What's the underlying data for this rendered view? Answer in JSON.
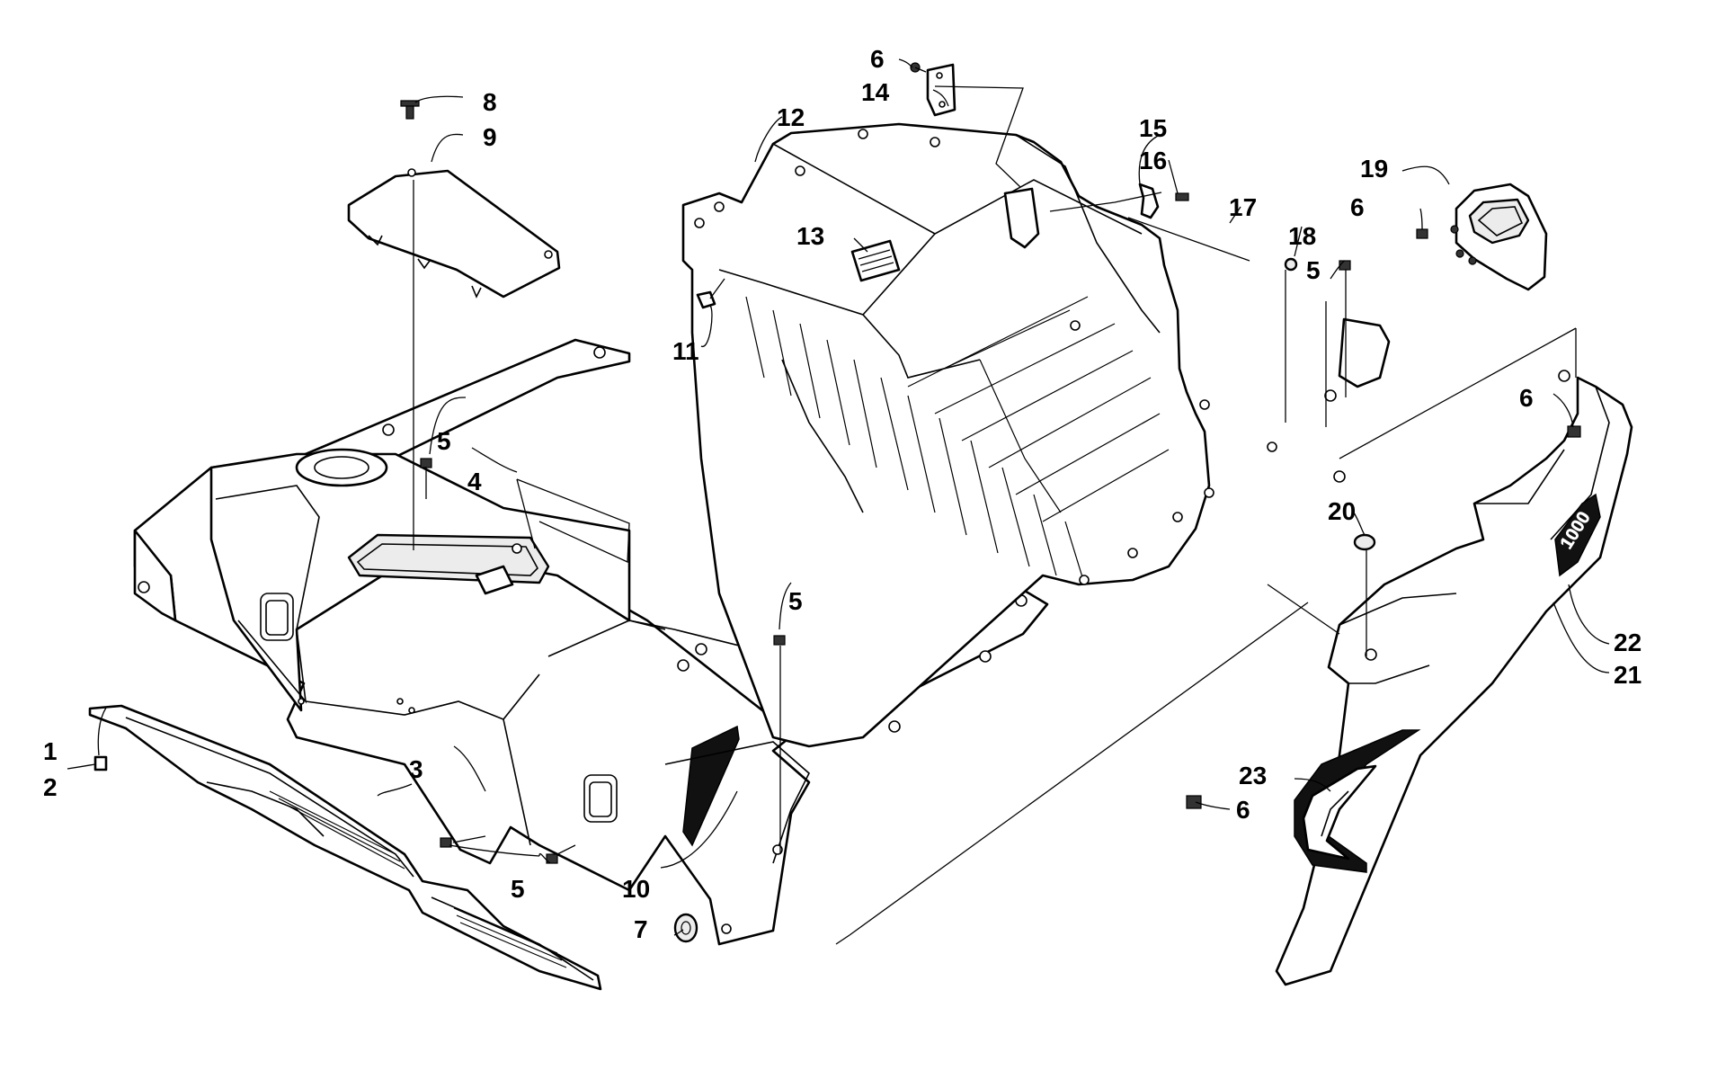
{
  "callouts": [
    {
      "id": "c1",
      "text": "1"
    },
    {
      "id": "c2",
      "text": "2"
    },
    {
      "id": "c3",
      "text": "3"
    },
    {
      "id": "c4",
      "text": "4"
    },
    {
      "id": "c5a",
      "text": "5"
    },
    {
      "id": "c5b",
      "text": "5"
    },
    {
      "id": "c5c",
      "text": "5"
    },
    {
      "id": "c5d",
      "text": "5"
    },
    {
      "id": "c6a",
      "text": "6"
    },
    {
      "id": "c6b",
      "text": "6"
    },
    {
      "id": "c6c",
      "text": "6"
    },
    {
      "id": "c6d",
      "text": "6"
    },
    {
      "id": "c7",
      "text": "7"
    },
    {
      "id": "c8",
      "text": "8"
    },
    {
      "id": "c9",
      "text": "9"
    },
    {
      "id": "c10",
      "text": "10"
    },
    {
      "id": "c11",
      "text": "11"
    },
    {
      "id": "c12",
      "text": "12"
    },
    {
      "id": "c13",
      "text": "13"
    },
    {
      "id": "c14",
      "text": "14"
    },
    {
      "id": "c15",
      "text": "15"
    },
    {
      "id": "c16",
      "text": "16"
    },
    {
      "id": "c17",
      "text": "17"
    },
    {
      "id": "c18",
      "text": "18"
    },
    {
      "id": "c19",
      "text": "19"
    },
    {
      "id": "c20",
      "text": "20"
    },
    {
      "id": "c21",
      "text": "21"
    },
    {
      "id": "c22",
      "text": "22"
    },
    {
      "id": "c23",
      "text": "23"
    }
  ],
  "decal_text": "1000"
}
